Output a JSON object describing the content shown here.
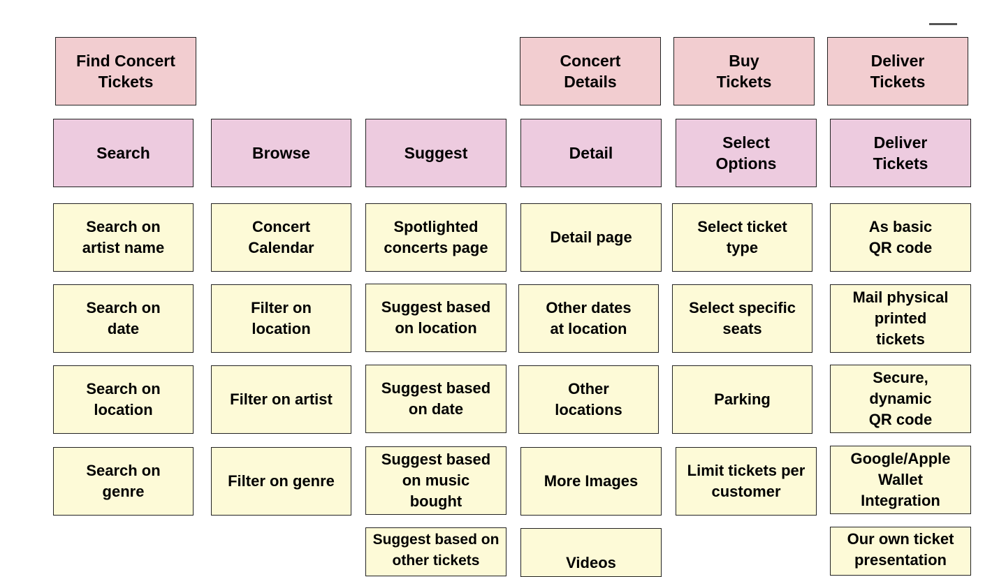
{
  "activities": [
    {
      "id": "find",
      "text": "Find Concert\nTickets"
    },
    {
      "id": "concert-details",
      "text": "Concert\nDetails"
    },
    {
      "id": "buy",
      "text": "Buy\nTickets"
    },
    {
      "id": "deliver",
      "text": "Deliver\nTickets"
    }
  ],
  "tasks": [
    {
      "id": "search",
      "text": "Search"
    },
    {
      "id": "browse",
      "text": "Browse"
    },
    {
      "id": "suggest",
      "text": "Suggest"
    },
    {
      "id": "detail",
      "text": "Detail"
    },
    {
      "id": "select-options",
      "text": "Select\nOptions"
    },
    {
      "id": "deliver-tickets",
      "text": "Deliver\nTickets"
    }
  ],
  "stories": {
    "search": [
      "Search on\nartist name",
      "Search on\ndate",
      "Search on\nlocation",
      "Search on\ngenre"
    ],
    "browse": [
      "Concert\nCalendar",
      "Filter on\nlocation",
      "Filter on artist",
      "Filter on genre"
    ],
    "suggest": [
      "Spotlighted\nconcerts page",
      "Suggest based\non location",
      "Suggest based\non date",
      "Suggest based\non music\nbought",
      "Suggest based on\nother tickets"
    ],
    "detail": [
      "Detail page",
      "Other dates\nat location",
      "Other\nlocations",
      "More Images",
      "Videos"
    ],
    "select-options": [
      "Select ticket\ntype",
      "Select specific\nseats",
      "Parking",
      "Limit tickets per\ncustomer"
    ],
    "deliver-tickets": [
      "As basic\nQR code",
      "Mail physical\nprinted\ntickets",
      "Secure,\ndynamic\nQR code",
      "Google/Apple\nWallet\nIntegration",
      "Our own ticket\npresentation"
    ]
  }
}
